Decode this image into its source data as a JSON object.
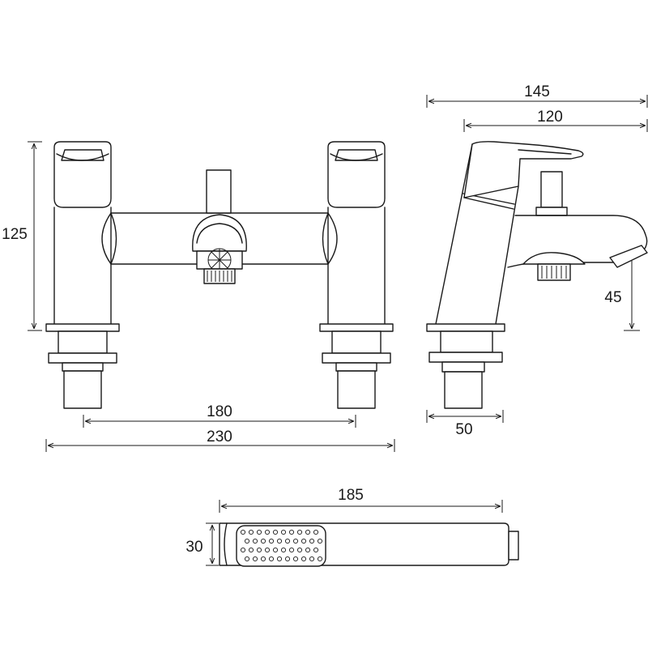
{
  "dimensions": {
    "front_height": "125",
    "front_centres": "180",
    "front_width": "230",
    "side_projection_total": "145",
    "side_projection_spout": "120",
    "side_spout_height": "45",
    "side_base_width": "50",
    "handset_length": "185",
    "handset_diameter": "30"
  }
}
